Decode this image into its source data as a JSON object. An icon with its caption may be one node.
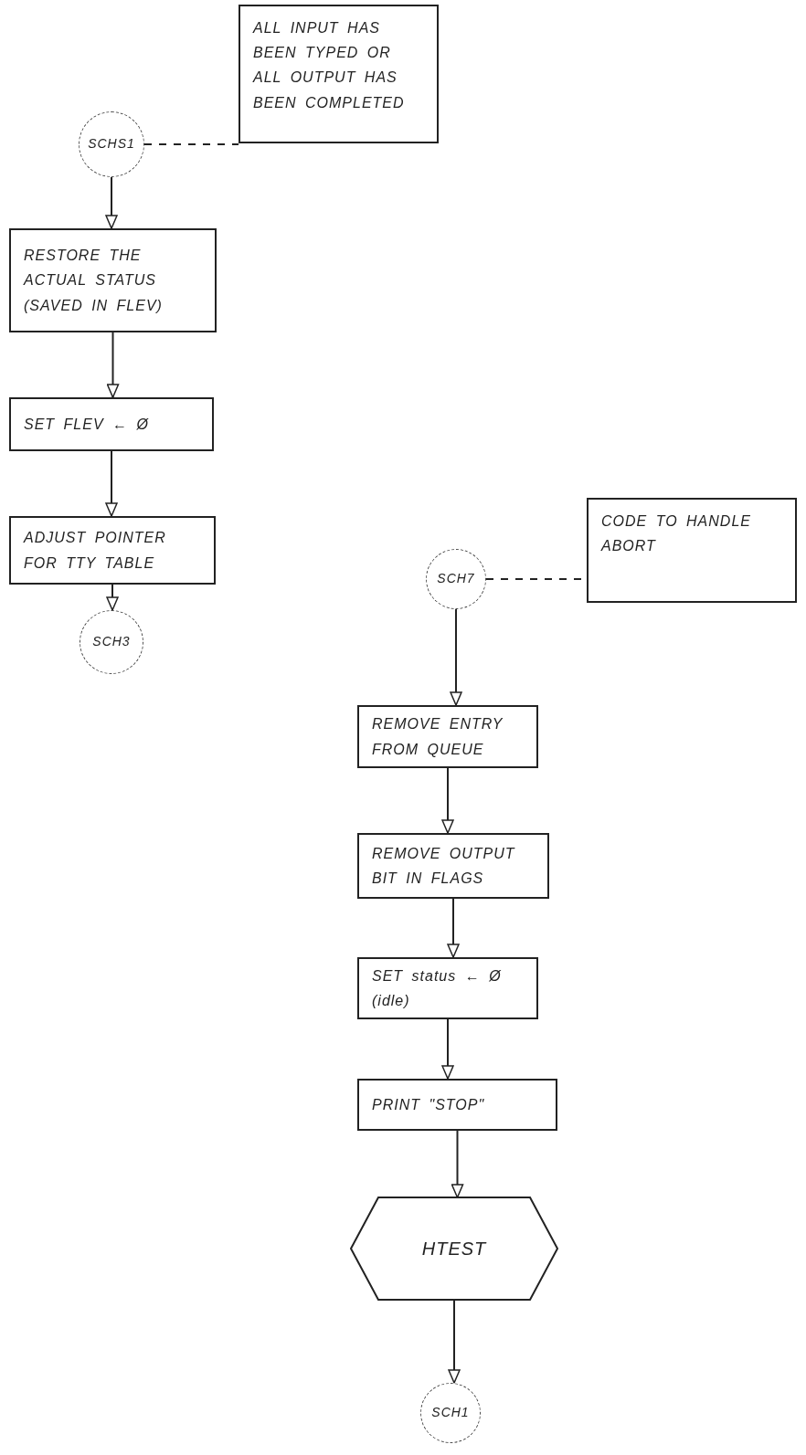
{
  "diagram": {
    "nodes": [
      {
        "text": [
          "SCHS1"
        ]
      },
      {
        "text": [
          "ALL INPUT HAS BEEN TYPED OR ALL OUTPUT HAS BEEN COMPLETED"
        ]
      },
      {
        "text": [
          "RESTORE THE ACTUAL STATUS (SAVED IN FLEV)"
        ]
      },
      {
        "text": [
          "SET FLEV ← Ø"
        ]
      },
      {
        "text": [
          "ADJUST POINTER FOR TTY TABLE"
        ]
      },
      {
        "text": [
          "SCH3"
        ]
      },
      {
        "text": [
          "CODE TO HANDLE ABORT"
        ]
      },
      {
        "text": [
          "SCH7"
        ]
      },
      {
        "text": [
          "REMOVE ENTRY FROM QUEUE"
        ]
      },
      {
        "text": [
          "REMOVE OUTPUT BIT IN FLAGS"
        ]
      },
      {
        "text": [
          "SET status ← Ø (idle)"
        ]
      },
      {
        "text": [
          "PRINT \"STOP\""
        ]
      },
      {
        "text": [
          "HTEST"
        ]
      },
      {
        "text": [
          "SCH1"
        ]
      }
    ],
    "edges": [
      {
        "from": 0,
        "to": 1,
        "arrow": "none",
        "style": "dashed"
      },
      {
        "from": 0,
        "to": 2,
        "arrow": "to"
      },
      {
        "from": 2,
        "to": 3,
        "arrow": "to"
      },
      {
        "from": 3,
        "to": 4,
        "arrow": "to"
      },
      {
        "from": 4,
        "to": 5,
        "arrow": "to"
      },
      {
        "from": 7,
        "to": 6,
        "arrow": "none",
        "style": "dashed"
      },
      {
        "from": 7,
        "to": 8,
        "arrow": "to"
      },
      {
        "from": 8,
        "to": 9,
        "arrow": "to"
      },
      {
        "from": 9,
        "to": 10,
        "arrow": "to"
      },
      {
        "from": 10,
        "to": 11,
        "arrow": "to"
      },
      {
        "from": 11,
        "to": 12,
        "arrow": "to"
      },
      {
        "from": 12,
        "to": 13,
        "arrow": "to"
      }
    ]
  }
}
